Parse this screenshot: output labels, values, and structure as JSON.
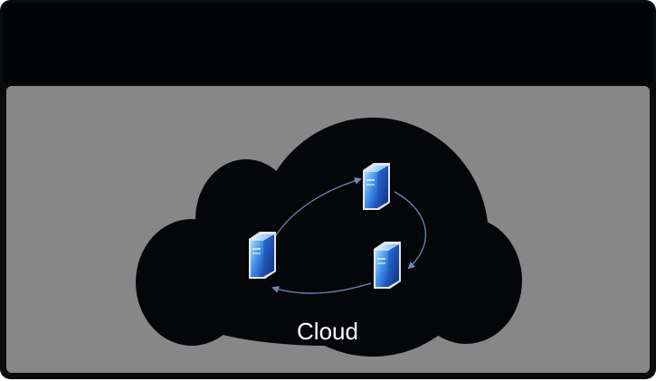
{
  "window": {
    "title": ""
  },
  "cloud": {
    "label": "Cloud"
  },
  "servers": [
    {
      "id": "server-top",
      "icon": "server-icon"
    },
    {
      "id": "server-right",
      "icon": "server-icon"
    },
    {
      "id": "server-left",
      "icon": "server-icon"
    }
  ],
  "connections": [
    {
      "from": "server-left",
      "to": "server-top"
    },
    {
      "from": "server-top",
      "to": "server-right"
    },
    {
      "from": "server-right",
      "to": "server-left"
    }
  ],
  "colors": {
    "frame": "#0a0b0d",
    "panel": "#878787",
    "cloud": "#05060a",
    "arrow": "#6f86b6",
    "server_light": "#9fd6ff",
    "server_dark": "#1a49b8",
    "label": "#ffffff"
  }
}
